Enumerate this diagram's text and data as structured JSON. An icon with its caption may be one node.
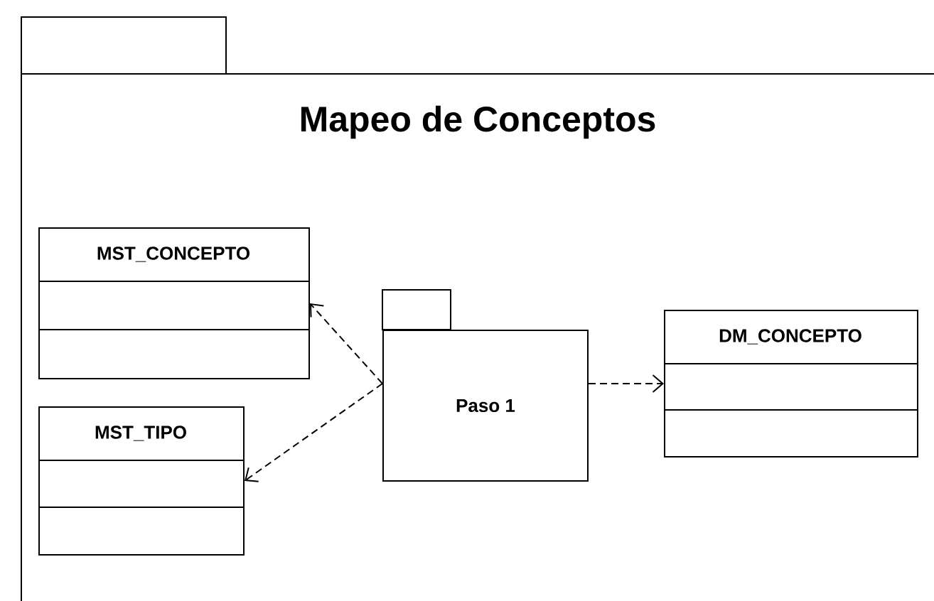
{
  "diagram": {
    "nodes": [
      {
        "text": [
          "Mapeo de Conceptos"
        ]
      },
      {
        "text": [
          "MST_CONCEPTO"
        ],
        "in": 0
      },
      {
        "text": [
          "MST_TIPO"
        ],
        "in": 0
      },
      {
        "text": [
          "Paso 1"
        ],
        "in": 0
      },
      {
        "text": [
          "DM_CONCEPTO"
        ],
        "in": 0
      }
    ],
    "edges": [
      {
        "from": 3,
        "to": 1,
        "arrow": "to",
        "style": "dashed"
      },
      {
        "from": 3,
        "to": 2,
        "arrow": "to",
        "style": "dashed"
      },
      {
        "from": 3,
        "to": 4,
        "arrow": "to",
        "style": "dashed"
      }
    ]
  }
}
